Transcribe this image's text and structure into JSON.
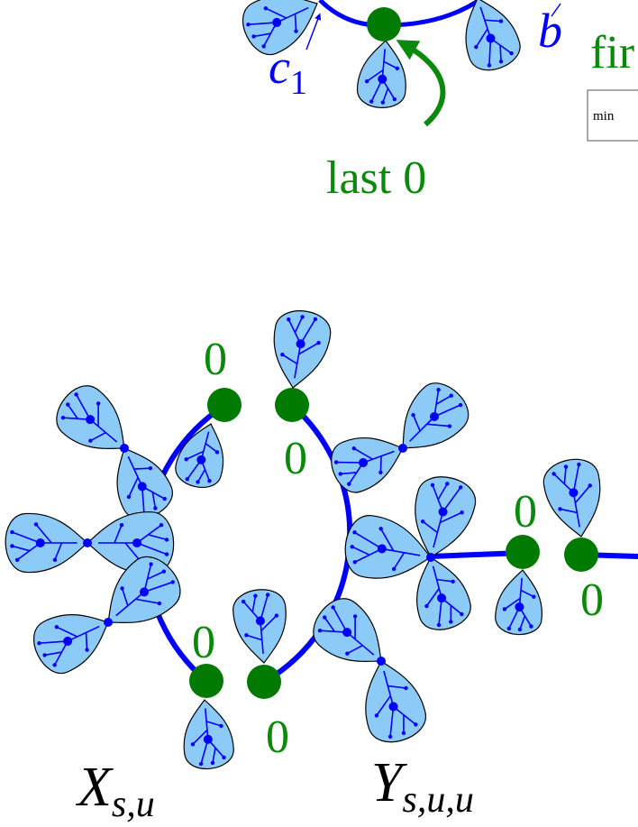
{
  "colors": {
    "curve": "#0000ff",
    "marked_point": "#007a00",
    "label_green": "#0a8a0a",
    "leaf_fill": "#8ccaf7",
    "leaf_stroke": "#000000",
    "branch": "#0000ff"
  },
  "top": {
    "label_c": "c",
    "label_c_sub": "1",
    "label_b": "b",
    "label_first_fragment": "fir",
    "label_min_fragment": "min",
    "label_last": "last 0"
  },
  "bottom": {
    "zero_label": "0",
    "label_X": "X",
    "label_X_sub": "s,u",
    "label_Y": "Y",
    "label_Y_sub": "s,u,u"
  }
}
